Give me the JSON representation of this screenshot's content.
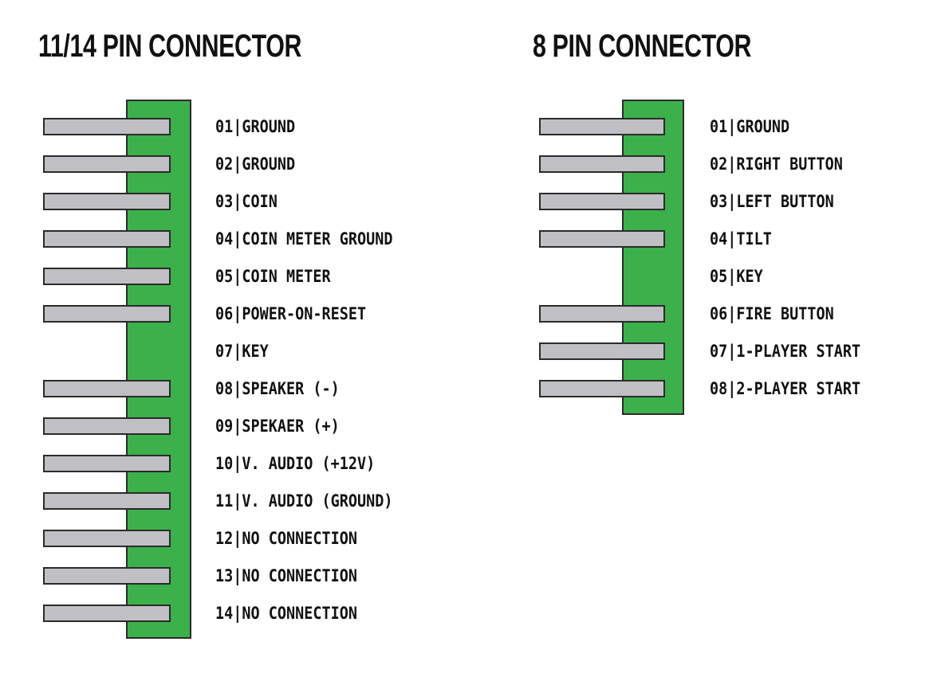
{
  "page": {
    "background_color": "#ffffff",
    "board_color": "#3cb04a",
    "pin_color": "#c0c0c4",
    "outline_color": "#2b2b2b",
    "text_color": "#111111"
  },
  "connectors": [
    {
      "id": "connector-11-14-pin",
      "title": "11/14 PIN CONNECTOR",
      "pins": [
        {
          "number": "01",
          "separator": "|",
          "name": "GROUND",
          "has_pin": true
        },
        {
          "number": "02",
          "separator": "|",
          "name": "GROUND",
          "has_pin": true
        },
        {
          "number": "03",
          "separator": "|",
          "name": "COIN",
          "has_pin": true
        },
        {
          "number": "04",
          "separator": "|",
          "name": "COIN METER GROUND",
          "has_pin": true
        },
        {
          "number": "05",
          "separator": "|",
          "name": "COIN METER",
          "has_pin": true
        },
        {
          "number": "06",
          "separator": "|",
          "name": "POWER-ON-RESET",
          "has_pin": true
        },
        {
          "number": "07",
          "separator": "|",
          "name": "KEY",
          "has_pin": false
        },
        {
          "number": "08",
          "separator": "|",
          "name": "SPEAKER (-)",
          "has_pin": true
        },
        {
          "number": "09",
          "separator": "|",
          "name": "SPEKAER (+)",
          "has_pin": true
        },
        {
          "number": "10",
          "separator": "|",
          "name": "V. AUDIO (+12V)",
          "has_pin": true
        },
        {
          "number": "11",
          "separator": "|",
          "name": "V. AUDIO (GROUND)",
          "has_pin": true
        },
        {
          "number": "12",
          "separator": "|",
          "name": "NO CONNECTION",
          "has_pin": true
        },
        {
          "number": "13",
          "separator": "|",
          "name": "NO CONNECTION",
          "has_pin": true
        },
        {
          "number": "14",
          "separator": "|",
          "name": "NO CONNECTION",
          "has_pin": true
        }
      ]
    },
    {
      "id": "connector-8-pin",
      "title": "8 PIN CONNECTOR",
      "pins": [
        {
          "number": "01",
          "separator": "|",
          "name": "GROUND",
          "has_pin": true
        },
        {
          "number": "02",
          "separator": "|",
          "name": "RIGHT BUTTON",
          "has_pin": true
        },
        {
          "number": "03",
          "separator": "|",
          "name": "LEFT BUTTON",
          "has_pin": true
        },
        {
          "number": "04",
          "separator": "|",
          "name": "TILT",
          "has_pin": true
        },
        {
          "number": "05",
          "separator": "|",
          "name": "KEY",
          "has_pin": false
        },
        {
          "number": "06",
          "separator": "|",
          "name": "FIRE BUTTON",
          "has_pin": true
        },
        {
          "number": "07",
          "separator": "|",
          "name": "1-PLAYER START",
          "has_pin": true
        },
        {
          "number": "08",
          "separator": "|",
          "name": "2-PLAYER START",
          "has_pin": true
        }
      ]
    }
  ]
}
